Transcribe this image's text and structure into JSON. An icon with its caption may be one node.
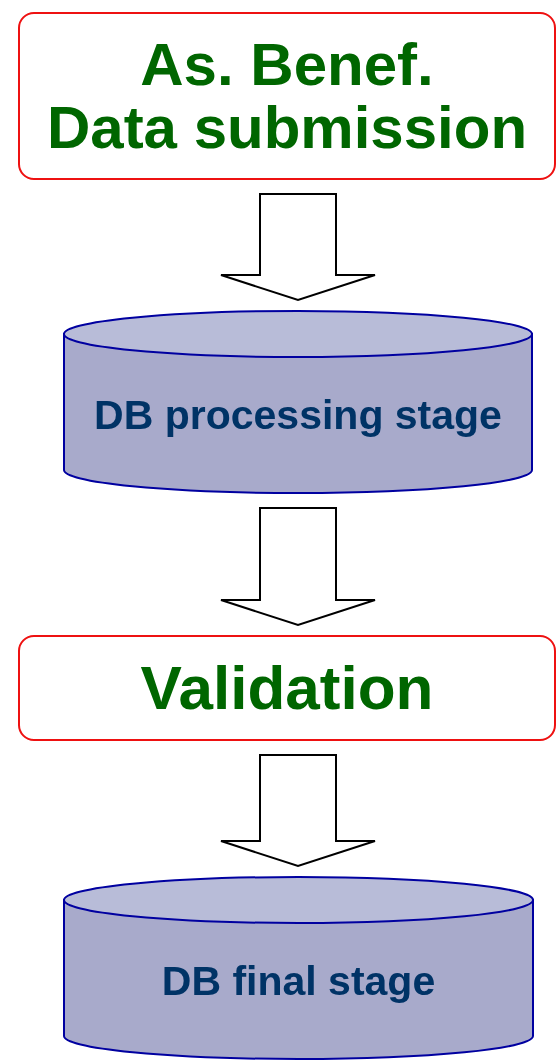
{
  "diagram": {
    "nodes": [
      {
        "text": [
          "As. Benef. Data submission"
        ]
      },
      {
        "text": [
          "DB processing stage"
        ]
      },
      {
        "text": [
          "Validation"
        ]
      },
      {
        "text": [
          "DB final stage"
        ]
      }
    ],
    "edges": [
      {
        "from": 0,
        "to": 1,
        "arrow": "to"
      },
      {
        "from": 1,
        "to": 2,
        "arrow": "to"
      },
      {
        "from": 2,
        "to": 3,
        "arrow": "to"
      }
    ]
  }
}
